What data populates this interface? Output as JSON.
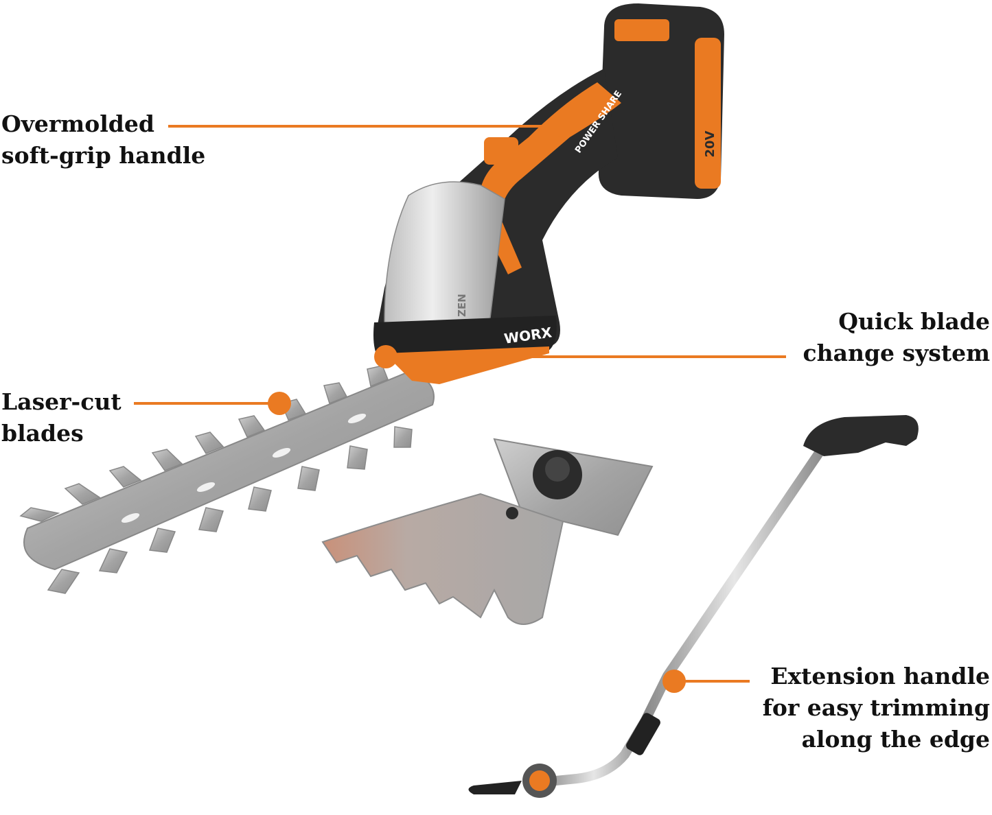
{
  "colors": {
    "accent": "#ea7a22",
    "body": "#2b2b2b",
    "steel": "#a9a9a9",
    "text": "#111111"
  },
  "callouts": {
    "handle": {
      "line1": "Overmolded",
      "line2": "soft-grip handle"
    },
    "blade_change": {
      "line1": "Quick blade",
      "line2": "change system"
    },
    "blades": {
      "line1": "Laser-cut",
      "line2": "blades"
    },
    "extension": {
      "line1": "Extension handle",
      "line2": "for easy trimming",
      "line3": "along the edge"
    }
  },
  "product_markings": {
    "brand": "WORX",
    "feature": "POWER SHARE",
    "voltage": "20V",
    "series": "ZEN"
  }
}
